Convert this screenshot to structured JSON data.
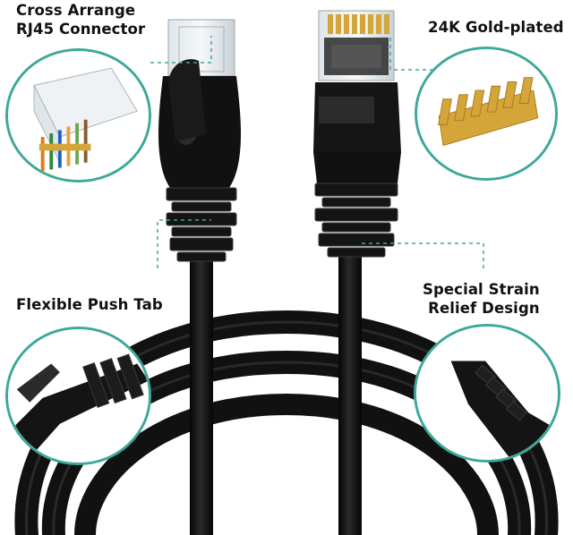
{
  "labels": {
    "cross_arrange_line1": "Cross Arrange",
    "cross_arrange_line2": "RJ45 Connector",
    "gold_plated": "24K Gold-plated",
    "push_tab": "Flexible Push Tab",
    "strain_line1": "Special Strain",
    "strain_line2": "Relief Design"
  },
  "colors": {
    "accent_teal": "#3ea89a",
    "cable_black": "#141414",
    "gold": "#d4a63a"
  }
}
